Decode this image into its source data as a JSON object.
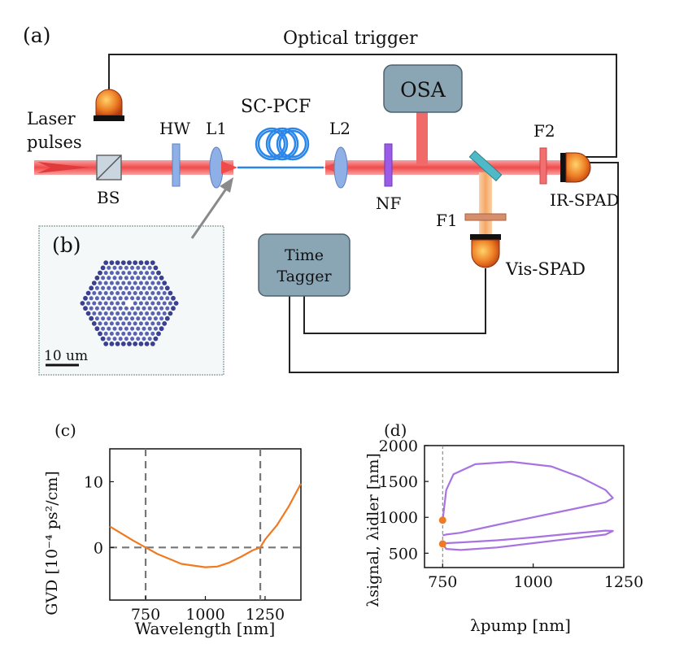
{
  "diagram": {
    "panel_labels": {
      "a": "(a)",
      "b": "(b)",
      "c": "(c)",
      "d": "(d)"
    },
    "optical_trigger": "Optical trigger",
    "laser": {
      "line1": "Laser",
      "line2": "pulses"
    },
    "components": {
      "bs": "BS",
      "hw": "HW",
      "l1": "L1",
      "sc_pcf": "SC-PCF",
      "l2": "L2",
      "nf": "NF",
      "osa": "OSA",
      "f1": "F1",
      "f2": "F2",
      "ir_spad": "IR-SPAD",
      "vis_spad": "Vis-SPAD",
      "time_tagger_line1": "Time",
      "time_tagger_line2": "Tagger"
    },
    "scale_bar": "10 um",
    "colors": {
      "beam": "#f04b4b",
      "fiber": "#2a86e8",
      "box": "#8aa5b3",
      "spad": "#e0651b",
      "visible_beam": "#f6b07a"
    }
  },
  "chart_data": [
    {
      "type": "line",
      "panel": "(c)",
      "xlabel": "Wavelength [nm]",
      "ylabel": "GVD [10⁻⁴ ps²/cm]",
      "xlim": [
        600,
        1400
      ],
      "ylim": [
        -8,
        15
      ],
      "xticks": [
        750,
        1000,
        1250
      ],
      "yticks": [
        10,
        0
      ],
      "series": [
        {
          "color": "#f07a22",
          "x": [
            600,
            700,
            750,
            800,
            900,
            1000,
            1050,
            1100,
            1150,
            1200,
            1230,
            1250,
            1300,
            1350,
            1400
          ],
          "y": [
            3.2,
            1.0,
            0.0,
            -1.0,
            -2.5,
            -3.0,
            -2.9,
            -2.3,
            -1.4,
            -0.4,
            0.0,
            1.2,
            3.4,
            6.3,
            9.7
          ]
        }
      ],
      "reference_lines": {
        "vertical": [
          750,
          1230
        ],
        "horizontal": [
          0
        ]
      }
    },
    {
      "type": "line",
      "panel": "(d)",
      "xlabel": "λpump [nm]",
      "ylabel": "λsignal, λidler [nm]",
      "xlim": [
        700,
        1250
      ],
      "ylim": [
        300,
        2000
      ],
      "xticks": [
        750,
        1000,
        1250
      ],
      "yticks": [
        500,
        1000,
        1500,
        2000
      ],
      "series": [
        {
          "color": "#a873e0",
          "x": [
            750,
            760,
            780,
            840,
            940,
            1050,
            1130,
            1200,
            1220,
            1200,
            1100,
            1000,
            900,
            800,
            760,
            750
          ],
          "y": [
            960,
            1380,
            1600,
            1740,
            1775,
            1710,
            1560,
            1380,
            1270,
            1210,
            1105,
            1000,
            895,
            785,
            760,
            750
          ]
        },
        {
          "color": "#a873e0",
          "x": [
            750,
            760,
            800,
            900,
            1000,
            1100,
            1200,
            1220,
            1200,
            1100,
            1000,
            900,
            800,
            760,
            750
          ],
          "y": [
            630,
            560,
            545,
            580,
            640,
            700,
            760,
            810,
            815,
            770,
            720,
            680,
            650,
            640,
            630
          ]
        }
      ],
      "markers": [
        {
          "x": 750,
          "y": 960,
          "color": "#f07a22"
        },
        {
          "x": 750,
          "y": 630,
          "color": "#f07a22"
        }
      ],
      "reference_lines": {
        "vertical": [
          750
        ]
      }
    }
  ]
}
